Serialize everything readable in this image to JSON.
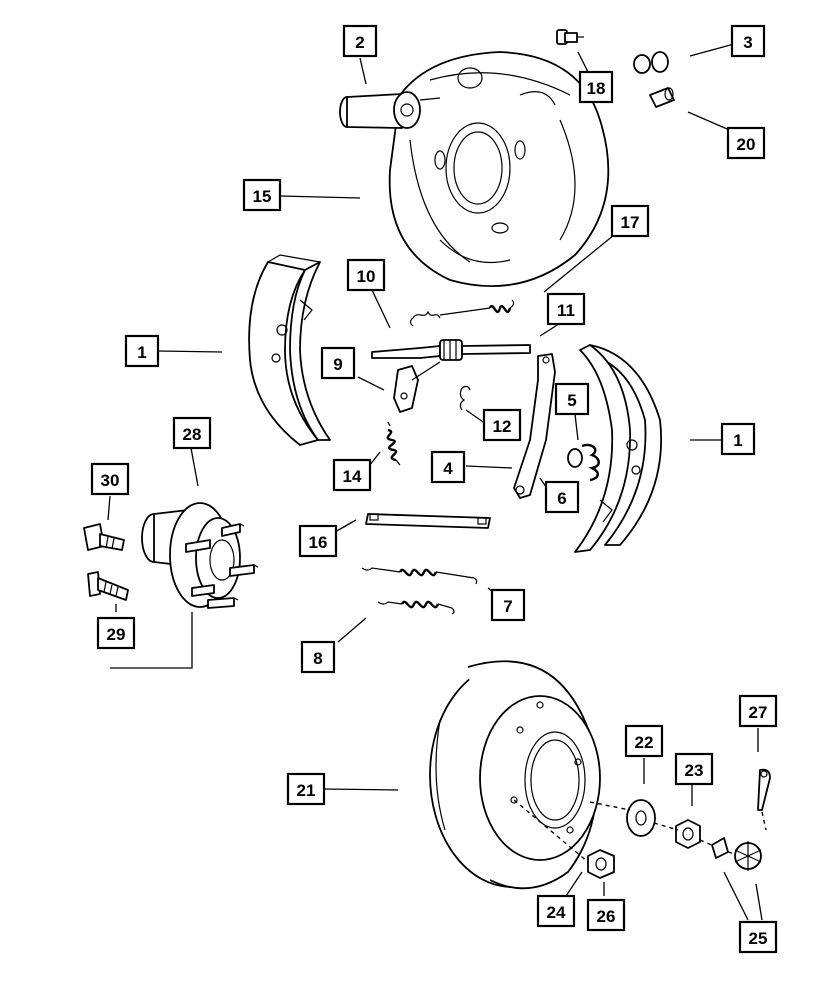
{
  "callouts": {
    "c1a": "1",
    "c1b": "1",
    "c2": "2",
    "c3": "3",
    "c4": "4",
    "c5": "5",
    "c6": "6",
    "c7": "7",
    "c8": "8",
    "c9": "9",
    "c10": "10",
    "c11": "11",
    "c12": "12",
    "c14": "14",
    "c15": "15",
    "c16": "16",
    "c17": "17",
    "c18": "18",
    "c20": "20",
    "c21": "21",
    "c22": "22",
    "c23": "23",
    "c24": "24",
    "c25": "25",
    "c26": "26",
    "c27": "27",
    "c28": "28",
    "c29": "29",
    "c30": "30"
  },
  "colors": {
    "line": "#000000",
    "fill": "#ffffff"
  }
}
